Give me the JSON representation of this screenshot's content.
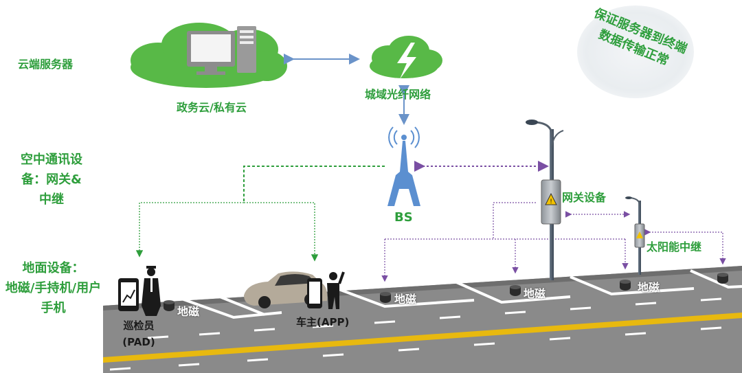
{
  "layers": {
    "cloud": "云端服务器",
    "air": [
      "空中通讯设",
      "备：网关&",
      "中继"
    ],
    "ground": [
      "地面设备：",
      "地磁/手持机/用户",
      "手机"
    ]
  },
  "nodes": {
    "gov_cloud": "政务云/私有云",
    "metro_fiber": "城域光纤网络",
    "bs": "BS",
    "gateway": "网关设备",
    "solar_relay": "太阳能中继",
    "inspector": [
      "巡检员",
      "(PAD)"
    ],
    "owner": "车主(APP)",
    "sensor": "地磁"
  },
  "stamp": [
    "保证服务器到终端",
    "数据传输正常"
  ],
  "colors": {
    "green": "#2e9e3c",
    "cloud_green": "#58b947",
    "link_blue": "#6a93c9",
    "purple": "#7a4fa3",
    "road_gray": "#8a8a8a",
    "lane_yellow": "#e8b90f"
  }
}
